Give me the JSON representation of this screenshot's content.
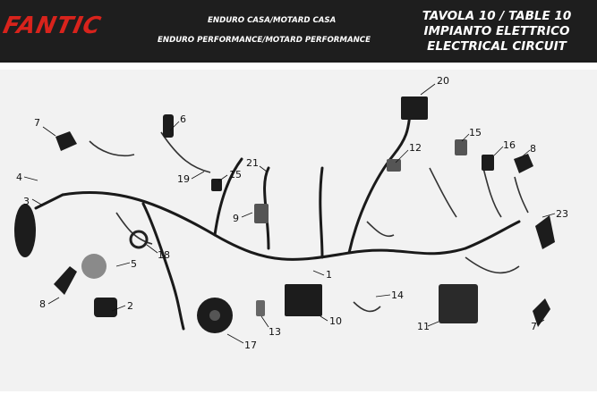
{
  "header": {
    "brand": "FANTIC",
    "subtitle_1": "ENDURO CASA/MOTARD CASA",
    "subtitle_2": "ENDURO PERFORMANCE/MOTARD PERFORMANCE",
    "title_line_1": "TAVOLA 10 / TABLE 10",
    "title_line_2": "IMPIANTO ELETTRICO",
    "title_line_3": "ELECTRICAL CIRCUIT",
    "brand_color": "#d8231c",
    "bar_color": "#1e1e1e"
  },
  "callouts": [
    "1",
    "2",
    "3",
    "4",
    "5",
    "6",
    "7",
    "7",
    "8",
    "8",
    "9",
    "10",
    "11",
    "12",
    "13",
    "14",
    "15",
    "15",
    "16",
    "17",
    "18",
    "19",
    "20",
    "21",
    "23"
  ]
}
